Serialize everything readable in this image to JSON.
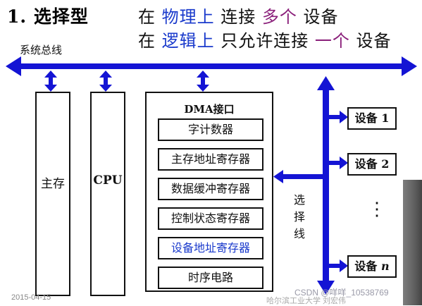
{
  "title": {
    "number": "1.",
    "name": "选择型",
    "line1": [
      {
        "text": "在 ",
        "color": "#111111"
      },
      {
        "text": "物理上",
        "color": "#1a3acc"
      },
      {
        "text": " 连接 ",
        "color": "#111111"
      },
      {
        "text": "多个",
        "color": "#8a1f7a"
      },
      {
        "text": " 设备",
        "color": "#111111"
      }
    ],
    "line2": [
      {
        "text": "在 ",
        "color": "#111111"
      },
      {
        "text": "逻辑上",
        "color": "#1a3acc"
      },
      {
        "text": " 只允许连接 ",
        "color": "#111111"
      },
      {
        "text": "一个",
        "color": "#8a1f7a"
      },
      {
        "text": " 设备",
        "color": "#111111"
      }
    ]
  },
  "bus_label": "系统总线",
  "modules": {
    "memory": "主存",
    "cpu": "CPU"
  },
  "dma": {
    "title": "DMA接口",
    "registers": [
      {
        "label": "字计数器",
        "color": "#111111"
      },
      {
        "label": "主存地址寄存器",
        "color": "#111111"
      },
      {
        "label": "数据缓冲寄存器",
        "color": "#111111"
      },
      {
        "label": "控制状态寄存器",
        "color": "#111111"
      },
      {
        "label": "设备地址寄存器",
        "color": "#1a3acc"
      },
      {
        "label": "时序电路",
        "color": "#111111"
      }
    ]
  },
  "select_line_label": [
    "选",
    "择",
    "线"
  ],
  "devices": {
    "device1": "设备 1",
    "device2": "设备 2",
    "dots": "⋮",
    "device_n_prefix": "设备 ",
    "device_n_suffix": "n"
  },
  "footer": {
    "date": "2015-04-15",
    "org": "哈尔滨工业大学 刘宏伟",
    "watermark": "CSDN @咩咩_10538769"
  },
  "colors": {
    "bus": "#1414d4",
    "text": "#111111",
    "highlight_blue": "#1a3acc",
    "highlight_purple": "#8a1f7a"
  }
}
